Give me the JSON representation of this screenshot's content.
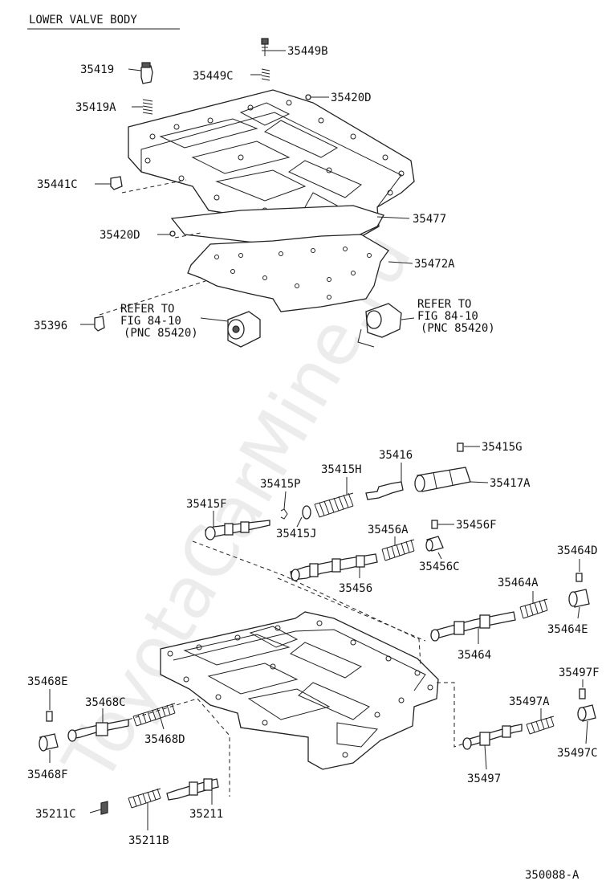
{
  "title": "LOWER VALVE BODY",
  "figure_code": "350088-A",
  "watermark": "ToyotaCarMine.ru",
  "refer_note": {
    "line1": "REFER TO",
    "line2": "FIG 84-10",
    "line3": "(PNC 85420)"
  },
  "labels": {
    "p35449B": "35449B",
    "p35419": "35419",
    "p35449C": "35449C",
    "p35420D_top": "35420D",
    "p35419A": "35419A",
    "p35441C": "35441C",
    "p35477": "35477",
    "p35420D_mid": "35420D",
    "p35472A": "35472A",
    "p35396": "35396",
    "p35415G": "35415G",
    "p35416": "35416",
    "p35415H": "35415H",
    "p35417A": "35417A",
    "p35415P": "35415P",
    "p35415F": "35415F",
    "p35415J": "35415J",
    "p35456A": "35456A",
    "p35456F": "35456F",
    "p35456C": "35456C",
    "p35456": "35456",
    "p35464D": "35464D",
    "p35464A": "35464A",
    "p35464E": "35464E",
    "p35464": "35464",
    "p35468E": "35468E",
    "p35468C": "35468C",
    "p35468D": "35468D",
    "p35468F": "35468F",
    "p35497F": "35497F",
    "p35497A": "35497A",
    "p35497C": "35497C",
    "p35497": "35497",
    "p35211C": "35211C",
    "p35211": "35211",
    "p35211B": "35211B"
  }
}
